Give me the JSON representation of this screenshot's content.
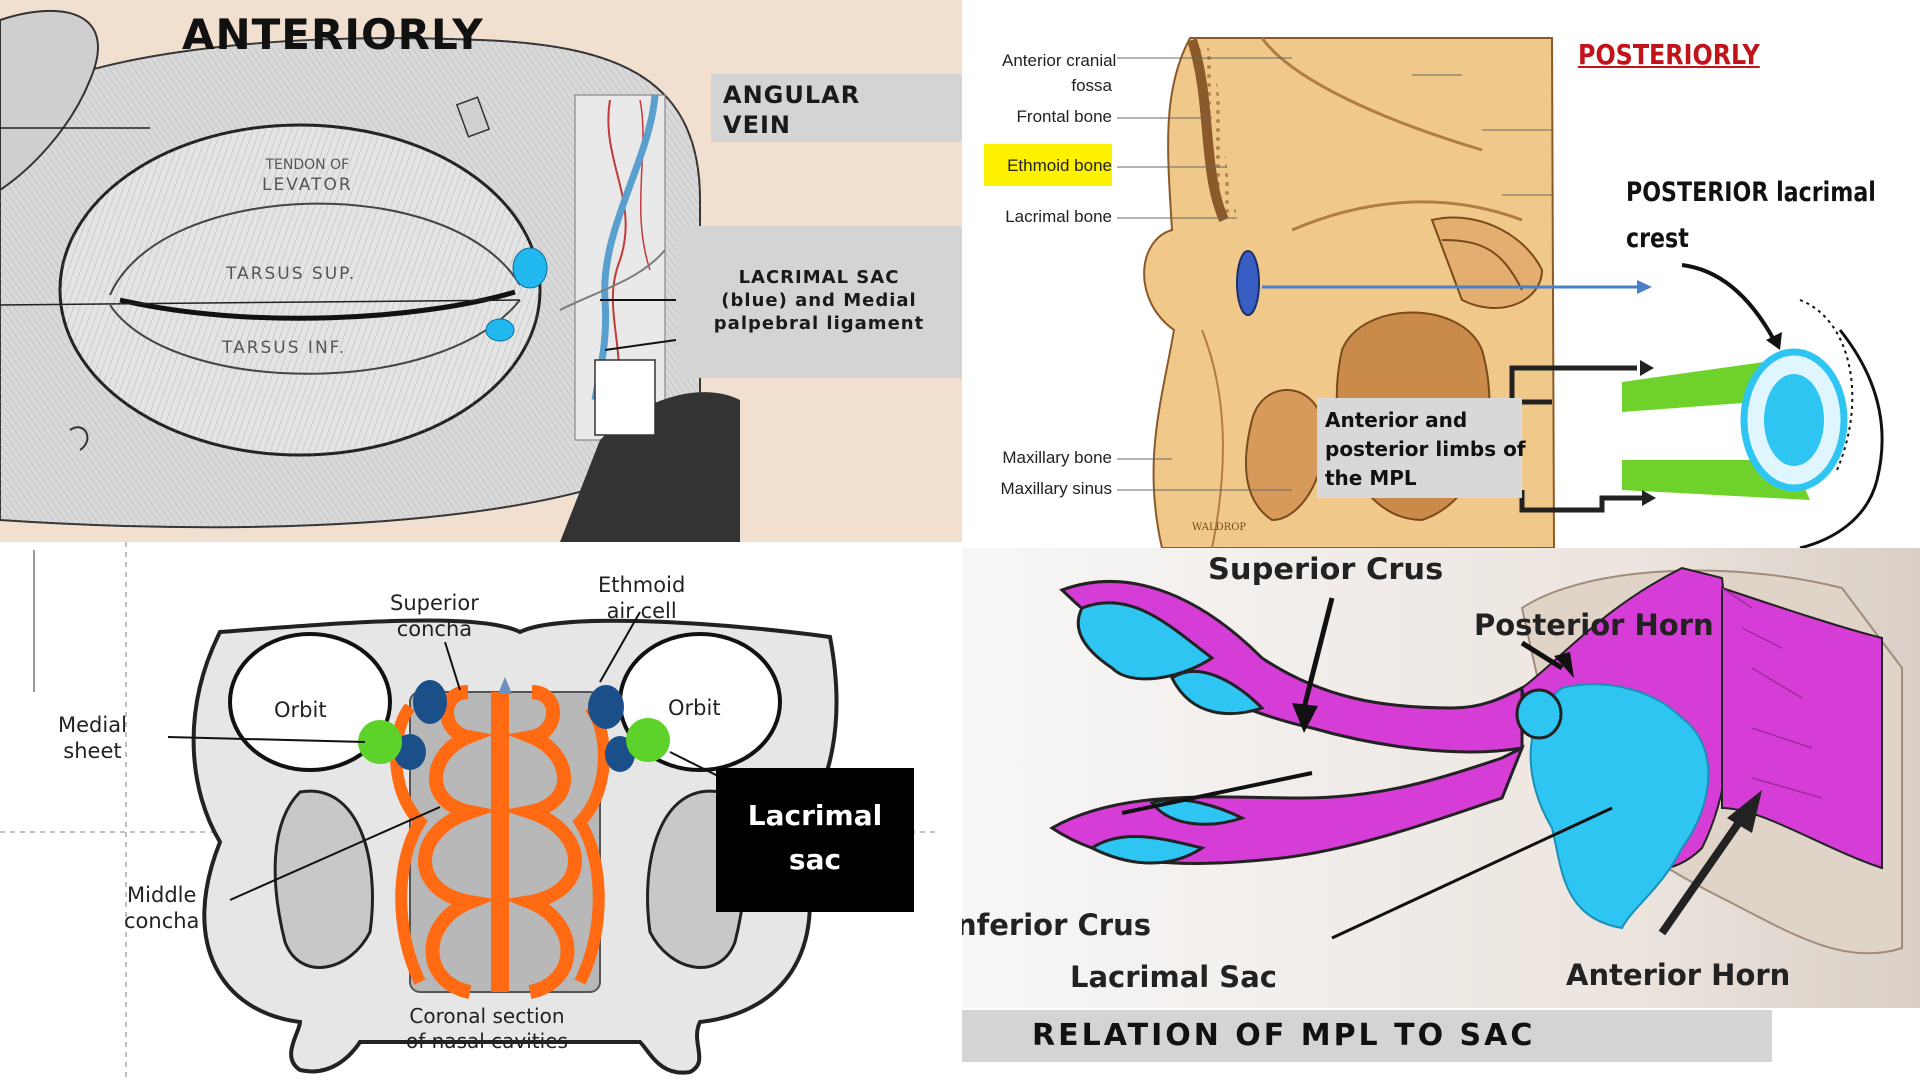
{
  "top_left": {
    "title": "ANTERIORLY",
    "callout_vein_line1": "ANGULAR",
    "callout_vein_line2": "VEIN",
    "callout_sac_line1": "LACRIMAL SAC",
    "callout_sac_line2": "(blue) and Medial",
    "callout_sac_line3": "palpebral ligament",
    "art_tendon_line1": "TENDON OF",
    "art_tendon_line2": "LEVATOR",
    "art_tarsus_sup": "TARSUS SUP.",
    "art_tarsus_inf": "TARSUS INF.",
    "colors": {
      "sac": "#21b7ef",
      "vein": "#5aa0cf"
    }
  },
  "top_right": {
    "title": "POSTERIORLY",
    "labels": {
      "anterior_cranial_fossa_line1": "Anterior cranial",
      "anterior_cranial_fossa_line2": "fossa",
      "frontal_bone": "Frontal bone",
      "ethmoid_bone": "Ethmoid bone",
      "lacrimal_bone": "Lacrimal bone",
      "maxillary_bone": "Maxillary bone",
      "maxillary_sinus": "Maxillary sinus"
    },
    "crest_line1": "POSTERIOR lacrimal",
    "crest_line2": "crest",
    "mpl_line1": "Anterior and",
    "mpl_line2": "posterior limbs of",
    "mpl_line3": "the MPL",
    "signature": "WALDROP",
    "colors": {
      "highlight": "#fff200",
      "title": "#c0141a",
      "limbs": "#6fd22a",
      "sac": "#2ec5f2",
      "arrow": "#4a7fc9"
    }
  },
  "bottom_left": {
    "labels": {
      "superior_concha_line1": "Superior",
      "superior_concha_line2": "concha",
      "ethmoid_air_cell_line1": "Ethmoid",
      "ethmoid_air_cell_line2": "air cell",
      "orbit_left": "Orbit",
      "orbit_right": "Orbit",
      "medial_sheet_line1": "Medial",
      "medial_sheet_line2": "sheet",
      "middle_concha_line1": "Middle",
      "middle_concha_line2": "concha",
      "caption_line1": "Coronal section",
      "caption_line2": "of nasal cavities"
    },
    "sac_box_line1": "Lacrimal",
    "sac_box_line2": "sac",
    "colors": {
      "conchae": "#ff6a13",
      "ethmoid": "#1b4f8a",
      "sac": "#5cd22a"
    }
  },
  "bottom_right": {
    "labels": {
      "superior_crus": "Superior Crus",
      "posterior_horn": "Posterior Horn",
      "inferior_crus": "nferior Crus",
      "lacrimal_sac": "Lacrimal Sac",
      "anterior_horn": "Anterior Horn"
    },
    "caption": "RELATION OF MPL  TO SAC",
    "colors": {
      "ligament": "#d63cd6",
      "sac": "#2ec5f2"
    }
  }
}
